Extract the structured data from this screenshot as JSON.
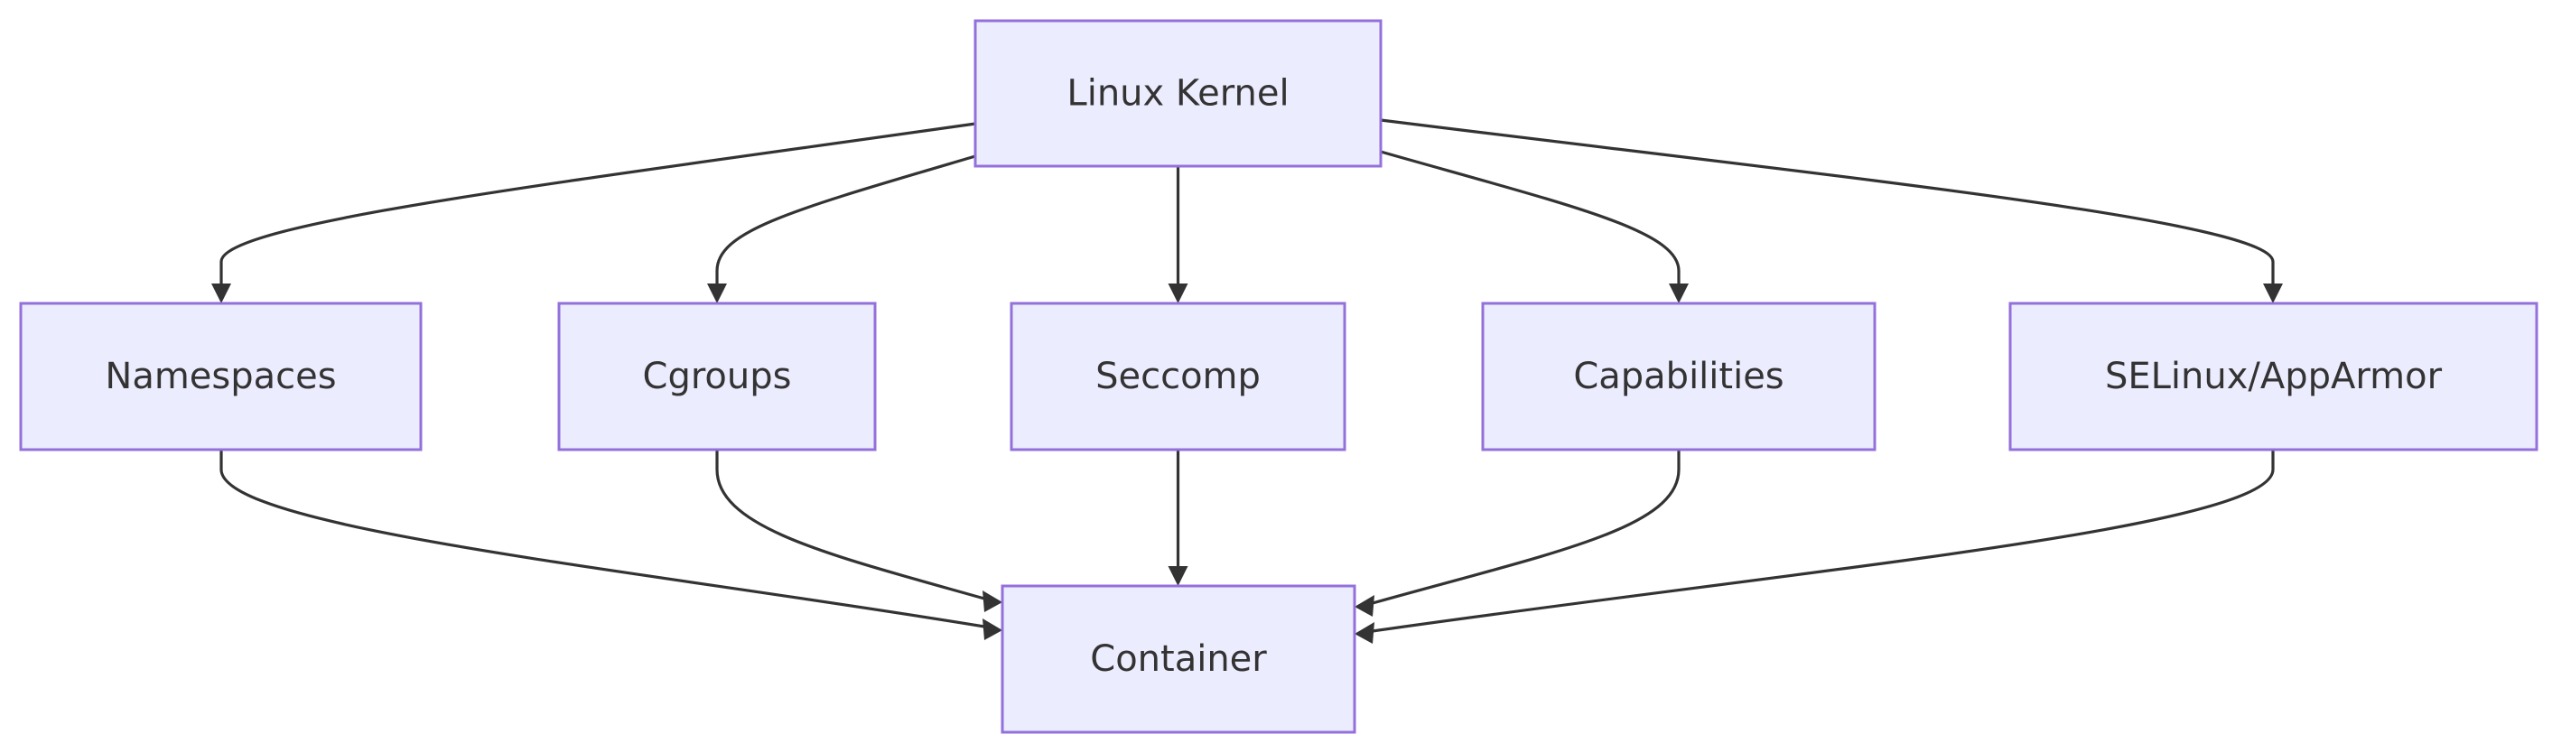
{
  "diagram": {
    "type": "flowchart",
    "direction": "top-down",
    "colors": {
      "node_fill": "#ECECFF",
      "node_border": "#9370DB",
      "edge": "#333333",
      "text": "#333333",
      "background": "#FFFFFF"
    },
    "nodes": [
      {
        "id": "kernel",
        "label": "Linux Kernel"
      },
      {
        "id": "namespaces",
        "label": "Namespaces"
      },
      {
        "id": "cgroups",
        "label": "Cgroups"
      },
      {
        "id": "seccomp",
        "label": "Seccomp"
      },
      {
        "id": "capabilities",
        "label": "Capabilities"
      },
      {
        "id": "selinux",
        "label": "SELinux/AppArmor"
      },
      {
        "id": "container",
        "label": "Container"
      }
    ],
    "edges": [
      {
        "from": "kernel",
        "to": "namespaces"
      },
      {
        "from": "kernel",
        "to": "cgroups"
      },
      {
        "from": "kernel",
        "to": "seccomp"
      },
      {
        "from": "kernel",
        "to": "capabilities"
      },
      {
        "from": "kernel",
        "to": "selinux"
      },
      {
        "from": "namespaces",
        "to": "container"
      },
      {
        "from": "cgroups",
        "to": "container"
      },
      {
        "from": "seccomp",
        "to": "container"
      },
      {
        "from": "capabilities",
        "to": "container"
      },
      {
        "from": "selinux",
        "to": "container"
      }
    ]
  }
}
